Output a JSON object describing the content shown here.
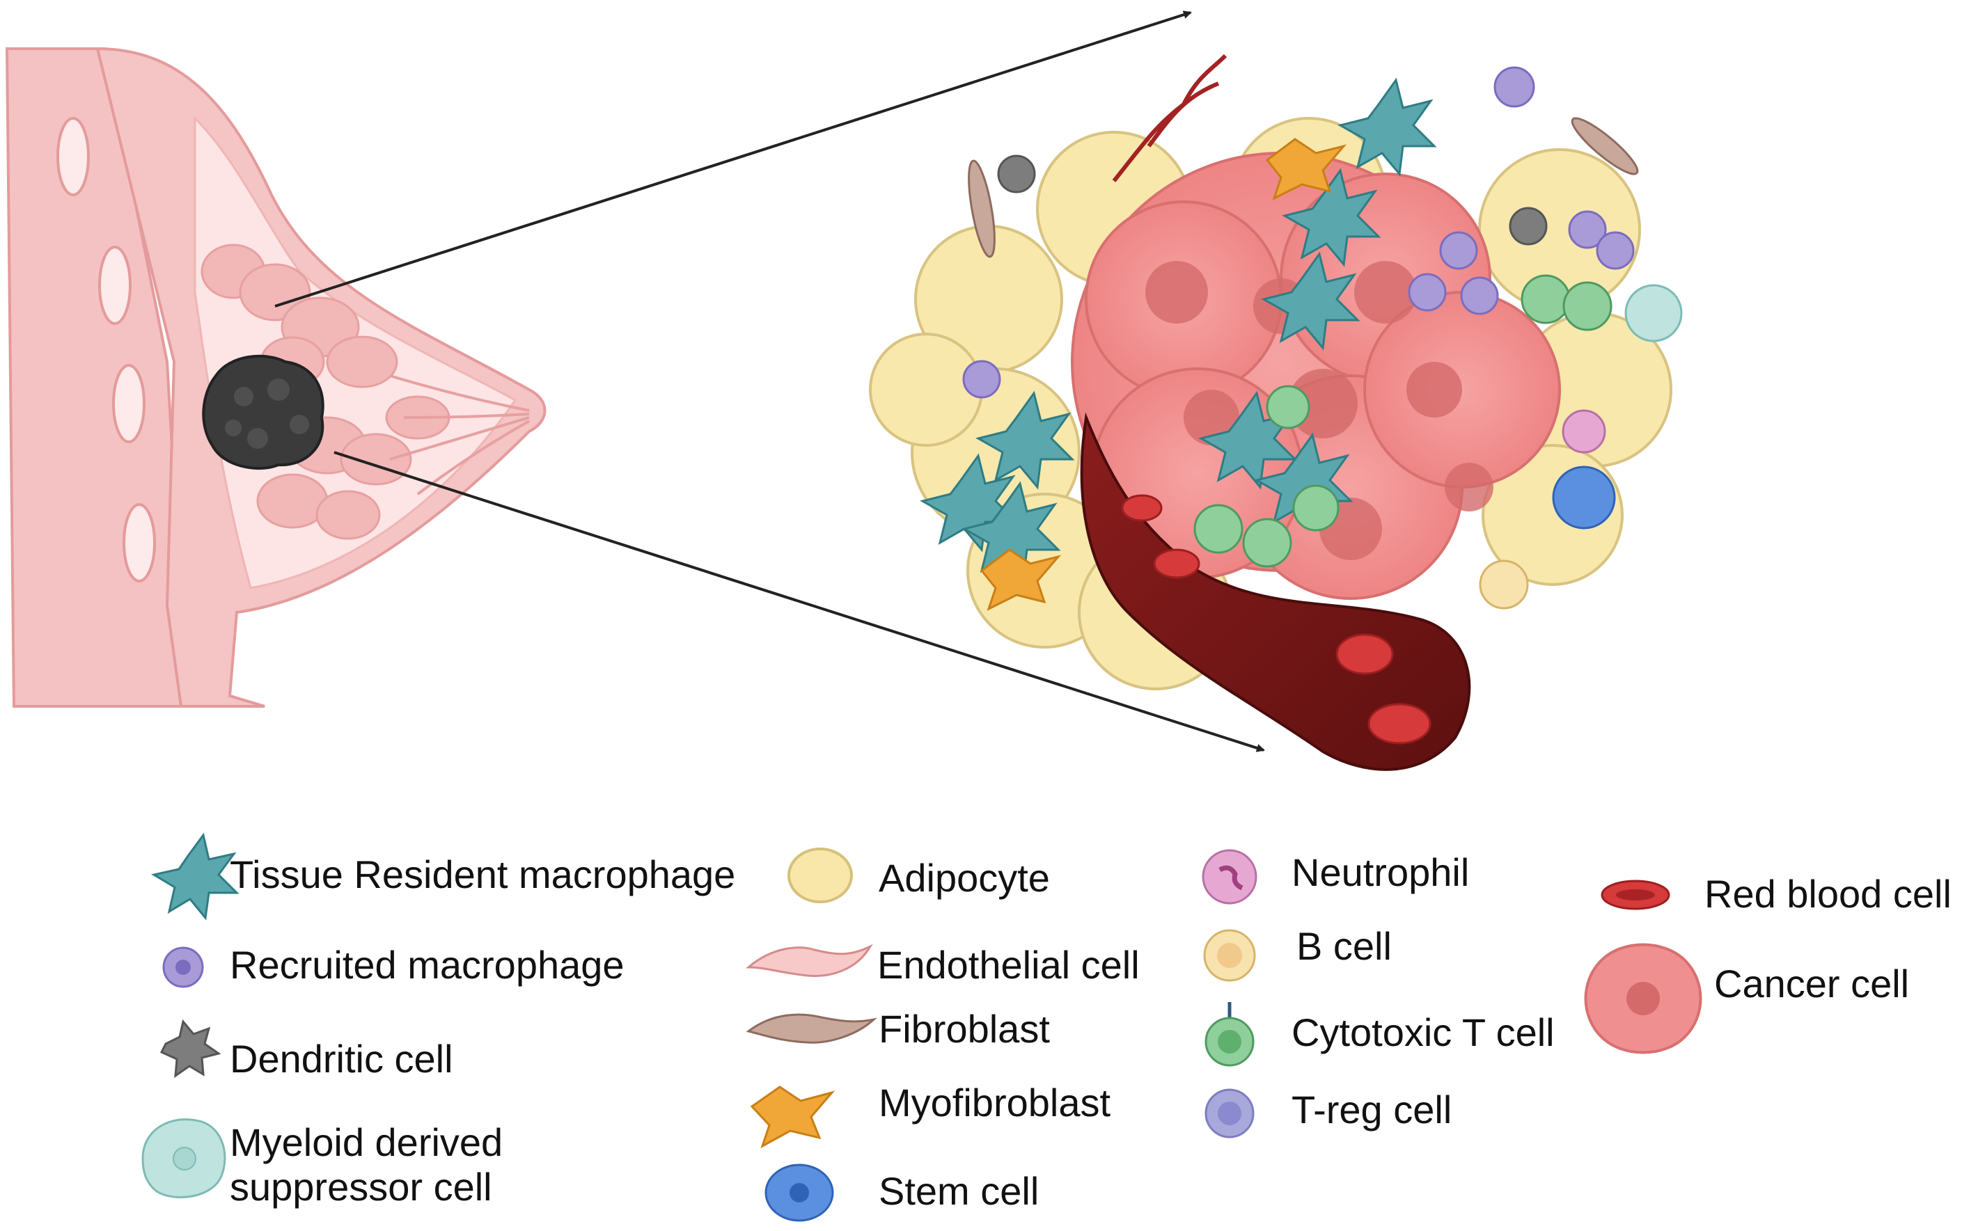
{
  "legend": {
    "tissue_resident_macrophage": "Tissue Resident macrophage",
    "recruited_macrophage": "Recruited macrophage",
    "dendritic_cell": "Dendritic cell",
    "mdsc_line1": "Myeloid derived",
    "mdsc_line2": "suppressor cell",
    "adipocyte": "Adipocyte",
    "endothelial_cell": "Endothelial cell",
    "fibroblast": "Fibroblast",
    "myofibroblast": "Myofibroblast",
    "stem_cell": "Stem cell",
    "neutrophil": "Neutrophil",
    "b_cell": "B cell",
    "cytotoxic_t_cell": "Cytotoxic T cell",
    "treg_cell": "T-reg cell",
    "red_blood_cell": "Red blood cell",
    "cancer_cell": "Cancer cell"
  },
  "colors": {
    "breast_skin": "#f3b8b8",
    "breast_tissue": "#fbe3e3",
    "tumor_dark": "#3b3b3b",
    "macrophage_teal": "#5aa7ae",
    "recruited_purple": "#a99ad8",
    "dendritic_gray": "#7d7d7d",
    "mdsc_aqua": "#bfe3df",
    "adipocyte_yellow": "#f8e7a8",
    "endothelial_pink": "#f7c9c9",
    "fibroblast_brown": "#c9a89c",
    "myofibroblast_orange": "#f1a638",
    "stem_blue": "#5b8fe0",
    "neutrophil_pink": "#e6a8d3",
    "bcell_cream": "#f8e2ae",
    "tcell_green": "#8fcf9c",
    "treg_lavender": "#a9a8da",
    "rbc_red": "#d63a3a",
    "cancer_pink": "#f08f8f",
    "vessel_dark": "#7a1a1a"
  }
}
